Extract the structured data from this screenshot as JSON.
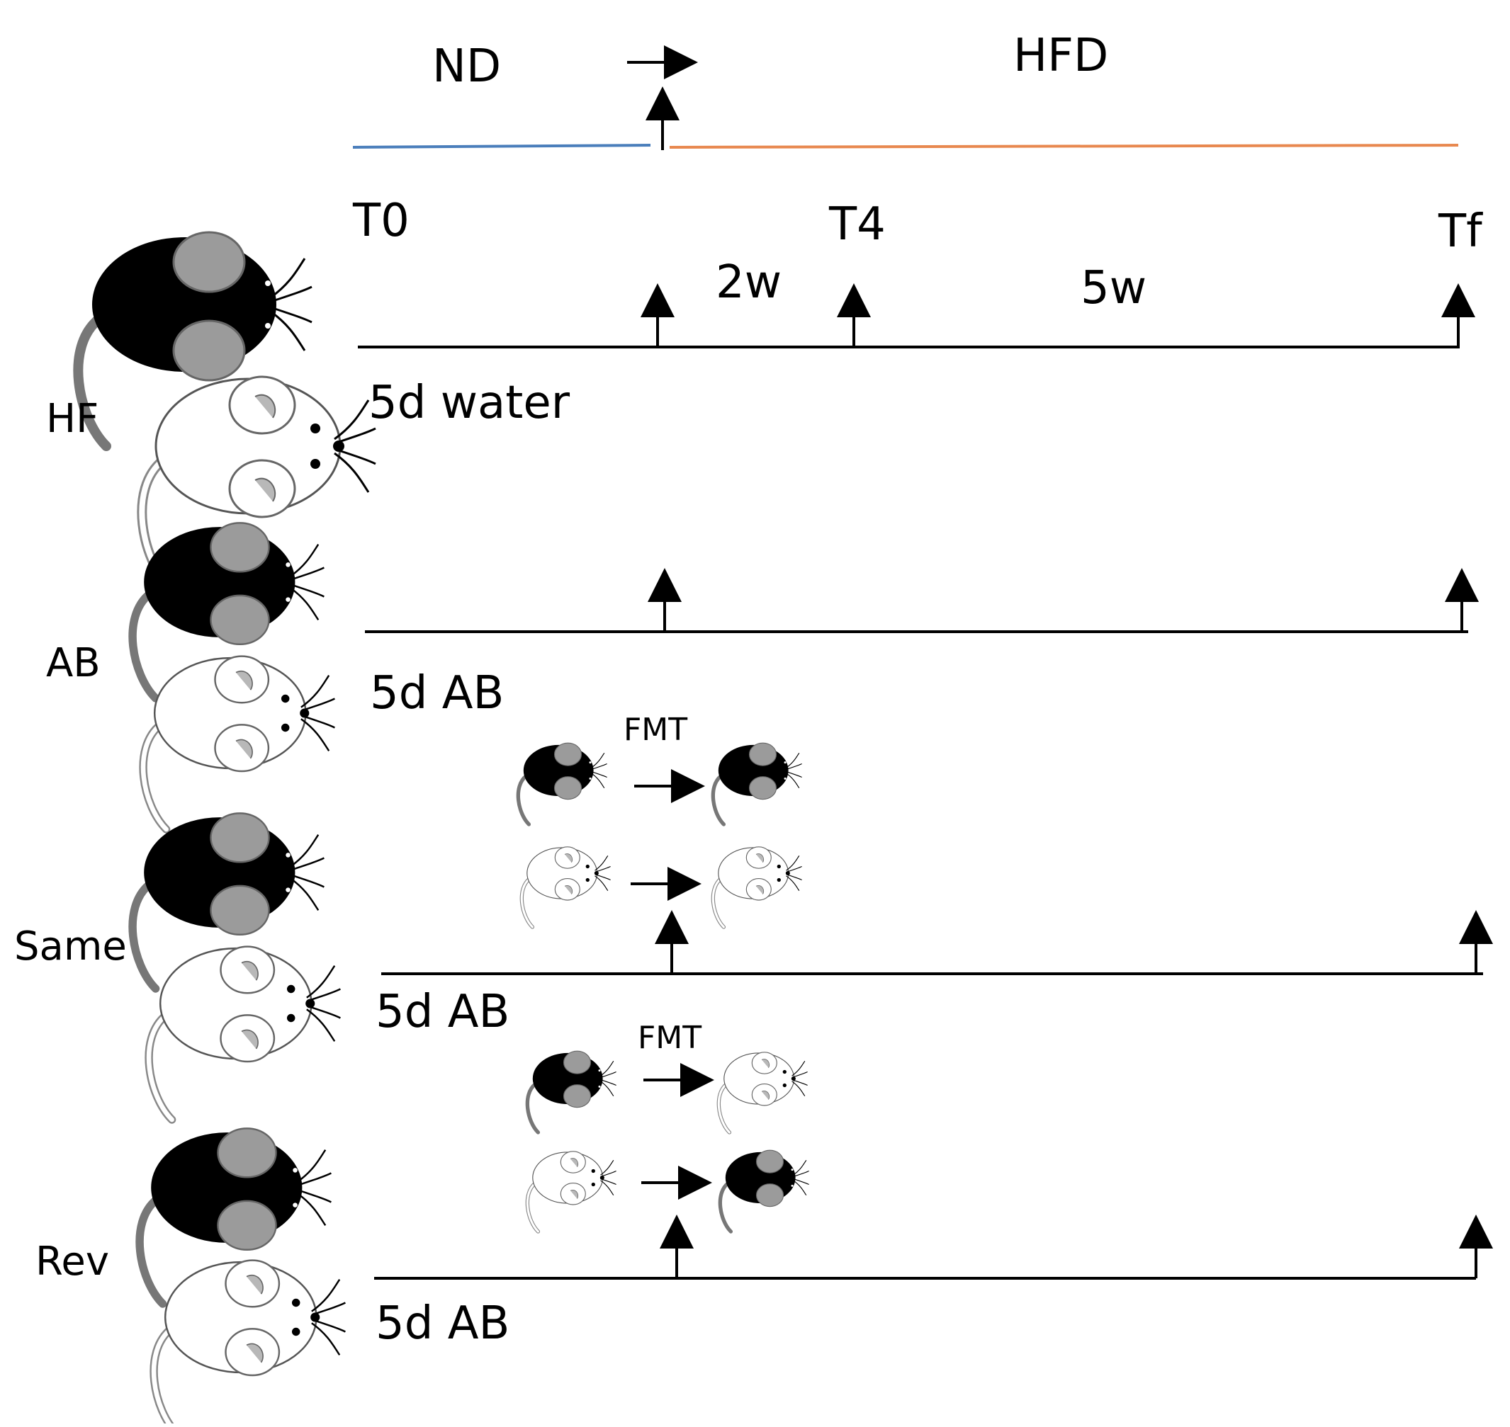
{
  "diet": {
    "left": "ND",
    "right": "HFD"
  },
  "colors": {
    "nd_line": "#4a7ebb",
    "hfd_line": "#e8884f",
    "ink": "#000000",
    "ear": "#9b9b9b"
  },
  "timepoints": {
    "t0": "T0",
    "t4": "T4",
    "tf": "Tf"
  },
  "durations": {
    "first": "2w",
    "second": "5w"
  },
  "groups": [
    {
      "label": "HF",
      "treatment": "5d water"
    },
    {
      "label": "AB",
      "treatment": "5d AB"
    },
    {
      "label": "Same",
      "treatment": "5d AB",
      "fmt": "FMT"
    },
    {
      "label": "Rev",
      "treatment": "5d AB",
      "fmt": "FMT"
    }
  ],
  "icons": {
    "mouse_dark": "black-mouse-icon",
    "mouse_light": "white-mouse-icon",
    "arrow": "up-arrow-icon"
  }
}
